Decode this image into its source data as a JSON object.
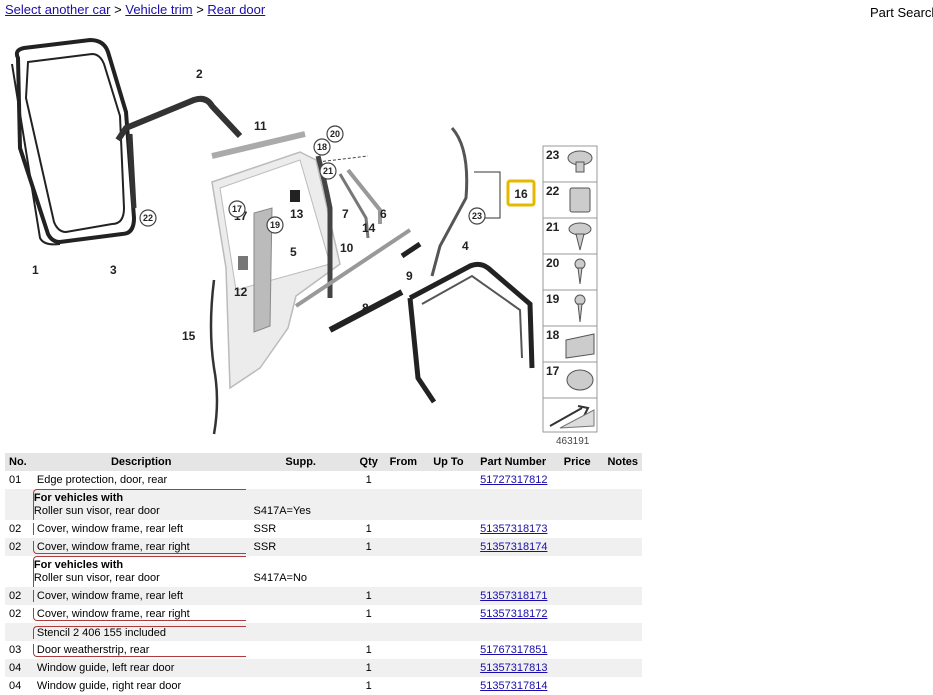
{
  "breadcrumb": {
    "items": [
      "Select another car",
      "Vehicle trim",
      "Rear door"
    ],
    "separator": ">"
  },
  "header": {
    "part_search": "Part Search"
  },
  "diagram": {
    "image_id": "463191",
    "callouts": [
      "1",
      "2",
      "3",
      "4",
      "5",
      "6",
      "7",
      "8",
      "9",
      "10",
      "11",
      "12",
      "13",
      "14",
      "15",
      "16",
      "17",
      "18",
      "19",
      "20",
      "21",
      "22",
      "23"
    ],
    "legend_numbers": [
      "23",
      "22",
      "21",
      "20",
      "19",
      "18",
      "17"
    ]
  },
  "table": {
    "columns": [
      "No.",
      "Description",
      "Supp.",
      "Qty",
      "From",
      "Up To",
      "Part Number",
      "Price",
      "Notes"
    ],
    "rows": [
      {
        "no": "01",
        "desc": "Edge protection, door, rear",
        "supp": "",
        "qty": "1",
        "part": "51727317812",
        "alt": false
      },
      {
        "type": "note",
        "title": "For vehicles with",
        "desc": "Roller sun visor, rear door",
        "supp": "S417A=Yes",
        "alt": true
      },
      {
        "no": "02",
        "desc": "Cover, window frame, rear left",
        "supp": "SSR",
        "qty": "1",
        "part": "51357318173",
        "alt": false
      },
      {
        "no": "02",
        "desc": "Cover, window frame, rear right",
        "supp": "SSR",
        "qty": "1",
        "part": "51357318174",
        "alt": true
      },
      {
        "type": "note",
        "title": "For vehicles with",
        "desc": "Roller sun visor, rear door",
        "supp": "S417A=No",
        "alt": false
      },
      {
        "no": "02",
        "desc": "Cover, window frame, rear left",
        "supp": "",
        "qty": "1",
        "part": "51357318171",
        "alt": true
      },
      {
        "no": "02",
        "desc": "Cover, window frame, rear right",
        "supp": "",
        "qty": "1",
        "part": "51357318172",
        "alt": false
      },
      {
        "type": "note1",
        "desc": "Stencil 2 406 155 included",
        "alt": true
      },
      {
        "no": "03",
        "desc": "Door weatherstrip, rear",
        "supp": "",
        "qty": "1",
        "part": "51767317851",
        "alt": false
      },
      {
        "no": "04",
        "desc": "Window guide, left rear door",
        "supp": "",
        "qty": "1",
        "part": "51357317813",
        "alt": true
      },
      {
        "no": "04",
        "desc": "Window guide, right rear door",
        "supp": "",
        "qty": "1",
        "part": "51357317814",
        "alt": false
      }
    ]
  }
}
